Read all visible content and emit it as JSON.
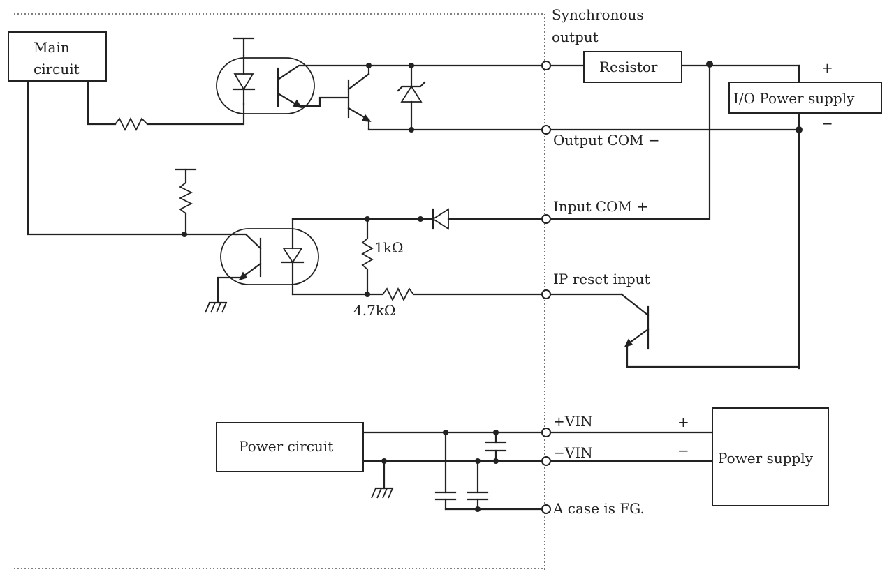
{
  "labels": {
    "main_circuit_line1": "Main",
    "main_circuit_line2": "circuit",
    "resistor": "Resistor",
    "io_power_supply": "I/O Power supply",
    "power_circuit": "Power circuit",
    "power_supply": "Power supply",
    "synchronous_line1": "Synchronous",
    "synchronous_line2": "output",
    "output_com": "Output COM −",
    "input_com": "Input COM +",
    "ip_reset_input": "IP reset input",
    "vin_plus": "+VIN",
    "vin_minus": "−VIN",
    "case_fg": "A case is FG.",
    "r_1k": "1kΩ",
    "r_4k7": "4.7kΩ",
    "io_plus": "+",
    "io_minus": "−",
    "ps_plus": "+",
    "ps_minus": "−"
  }
}
